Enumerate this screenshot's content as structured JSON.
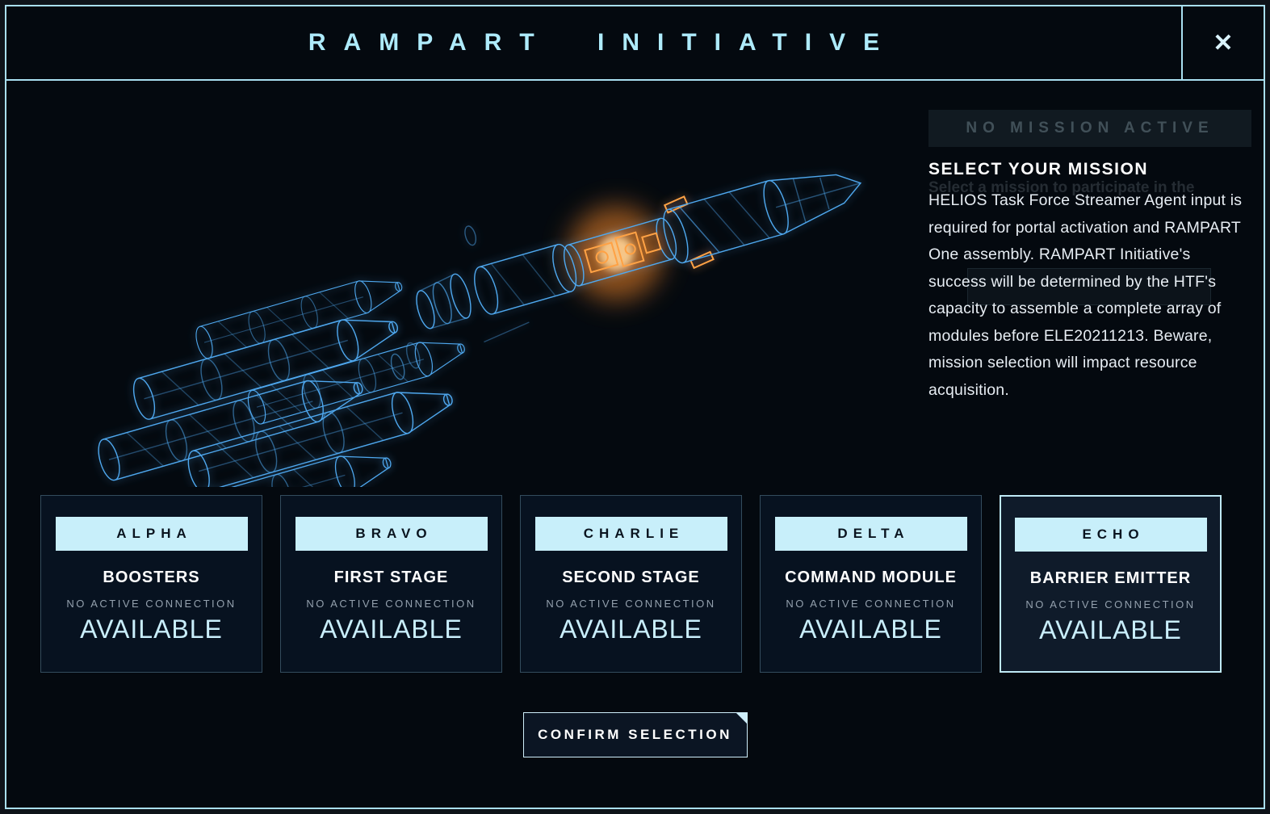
{
  "theme": {
    "background": "#04090f",
    "frame_border": "#a9dff0",
    "accent": "#c9eefb",
    "chip_bg": "#c8effa",
    "chip_text": "#0a141f",
    "muted_text": "#93a0ad",
    "wireframe_blue": "#4fa8ef",
    "engine_orange": "#ff9530"
  },
  "header": {
    "title": "RAMPART INITIATIVE",
    "close_icon": "✕"
  },
  "mission_panel": {
    "ghost_badge": "NO MISSION ACTIVE",
    "ghost_line": "Select a mission to participate in the",
    "heading": "SELECT YOUR MISSION",
    "body": "HELIOS Task Force Streamer Agent input is required for portal activation and RAMPART One assembly. RAMPART Initiative's success will be determined by the HTF's capacity to assemble a complete array of modules before ELE20211213. Beware, mission selection will impact resource acquisition."
  },
  "cards": [
    {
      "code": "ALPHA",
      "module": "BOOSTERS",
      "connection": "NO ACTIVE CONNECTION",
      "status": "AVAILABLE",
      "selected": false
    },
    {
      "code": "BRAVO",
      "module": "FIRST STAGE",
      "connection": "NO ACTIVE CONNECTION",
      "status": "AVAILABLE",
      "selected": false
    },
    {
      "code": "CHARLIE",
      "module": "SECOND STAGE",
      "connection": "NO ACTIVE CONNECTION",
      "status": "AVAILABLE",
      "selected": false
    },
    {
      "code": "DELTA",
      "module": "COMMAND MODULE",
      "connection": "NO ACTIVE CONNECTION",
      "status": "AVAILABLE",
      "selected": false
    },
    {
      "code": "ECHO",
      "module": "BARRIER EMITTER",
      "connection": "NO ACTIVE CONNECTION",
      "status": "AVAILABLE",
      "selected": true
    }
  ],
  "footer": {
    "confirm_label": "CONFIRM SELECTION"
  },
  "illustration": {
    "name": "rampart-one-exploded-wireframe-rocket"
  }
}
